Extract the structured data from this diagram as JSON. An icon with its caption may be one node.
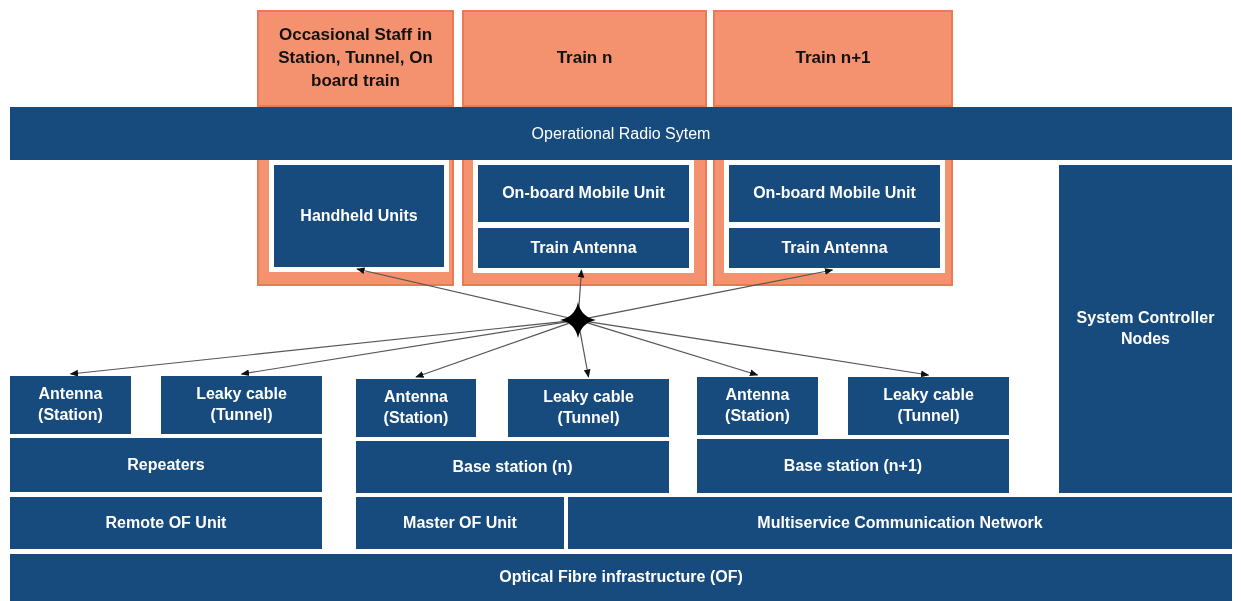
{
  "diagram": {
    "nodes": [
      {
        "text": [
          "Occasional Staff in Station, Tunnel, On board train"
        ]
      },
      {
        "text": [
          "Train n"
        ]
      },
      {
        "text": [
          "Train n+1"
        ]
      },
      {
        "text": [
          "Operational Radio Sytem"
        ]
      },
      {
        "text": [],
        "shape": "box"
      },
      {
        "text": [
          "Handheld Units"
        ],
        "in": 4
      },
      {
        "text": [],
        "shape": "box"
      },
      {
        "text": [
          "On-board Mobile Unit"
        ],
        "in": 6
      },
      {
        "text": [
          "Train Antenna"
        ],
        "in": 6
      },
      {
        "text": [],
        "shape": "box"
      },
      {
        "text": [
          "On-board Mobile Unit"
        ],
        "in": 9
      },
      {
        "text": [
          "Train Antenna"
        ],
        "in": 9
      },
      {
        "text": [
          "System Controller Nodes"
        ]
      },
      {
        "text": [],
        "shape": "star"
      },
      {
        "text": [
          "Antenna (Station)"
        ]
      },
      {
        "text": [
          "Leaky cable (Tunnel)"
        ]
      },
      {
        "text": [
          "Antenna (Station)"
        ]
      },
      {
        "text": [
          "Leaky cable (Tunnel)"
        ]
      },
      {
        "text": [
          "Antenna (Station)"
        ]
      },
      {
        "text": [
          "Leaky cable (Tunnel)"
        ]
      },
      {
        "text": [
          "Repeaters"
        ]
      },
      {
        "text": [
          "Base station (n)"
        ]
      },
      {
        "text": [
          "Base station (n+1)"
        ]
      },
      {
        "text": [
          "Remote OF Unit"
        ]
      },
      {
        "text": [
          "Master OF Unit"
        ]
      },
      {
        "text": [
          "Multiservice Communication Network"
        ]
      },
      {
        "text": [
          "Optical Fibre infrastructure (OF)"
        ]
      }
    ],
    "edges": [
      {
        "from": 13,
        "to": 5,
        "arrow": "to"
      },
      {
        "from": 13,
        "to": 8,
        "arrow": "to"
      },
      {
        "from": 13,
        "to": 11,
        "arrow": "to"
      },
      {
        "from": 13,
        "to": 14,
        "arrow": "to"
      },
      {
        "from": 13,
        "to": 15,
        "arrow": "to"
      },
      {
        "from": 13,
        "to": 16,
        "arrow": "to"
      },
      {
        "from": 13,
        "to": 17,
        "arrow": "to"
      },
      {
        "from": 13,
        "to": 18,
        "arrow": "to"
      },
      {
        "from": 13,
        "to": 19,
        "arrow": "to"
      }
    ]
  }
}
